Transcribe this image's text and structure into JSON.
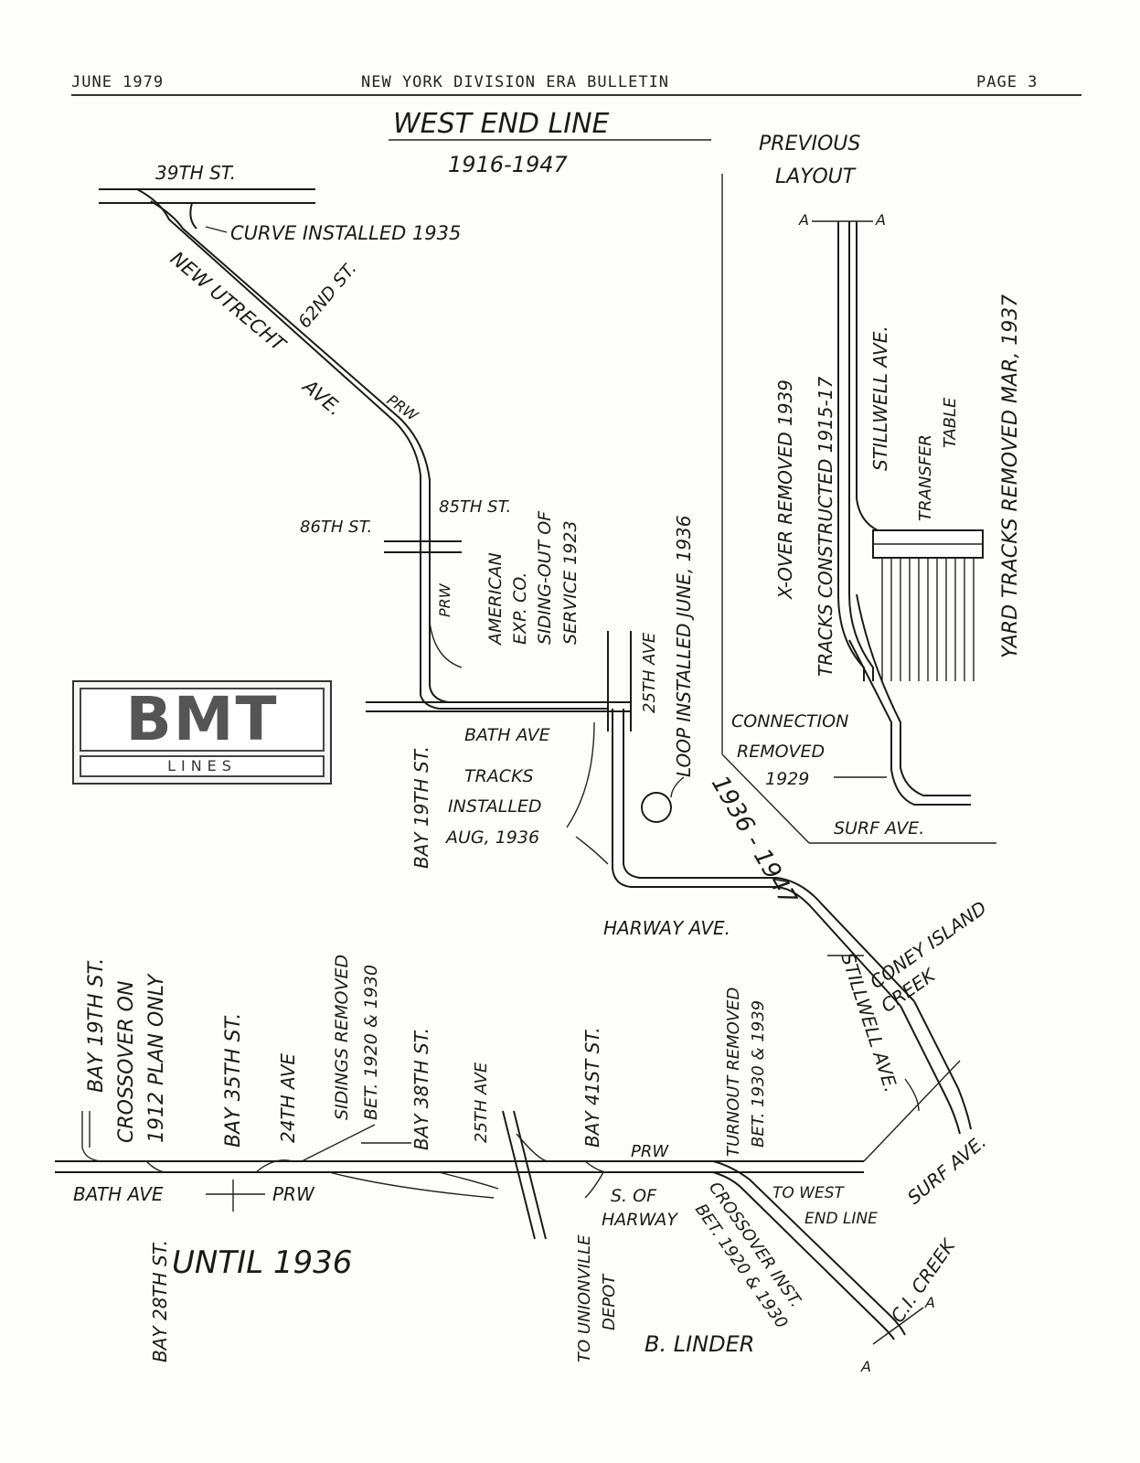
{
  "header": {
    "date": "JUNE 1979",
    "publication": "NEW YORK DIVISION ERA BULLETIN",
    "page": "PAGE 3"
  },
  "title": {
    "line1": "WEST END LINE",
    "line2": "1916-1947"
  },
  "previous_layout": {
    "heading1": "PREVIOUS",
    "heading2": "LAYOUT",
    "marker_a": "A",
    "marker_a2": "A",
    "xover": "X-OVER REMOVED 1939",
    "tracks_constructed": "TRACKS CONSTRUCTED 1915-17",
    "stillwell": "STILLWELL AVE.",
    "transfer": "TRANSFER",
    "table": "TABLE",
    "yard": "YARD TRACKS REMOVED MAR, 1937",
    "connection1": "CONNECTION",
    "connection2": "REMOVED",
    "connection3": "1929",
    "surf": "SURF AVE."
  },
  "main_map": {
    "st39": "39TH ST.",
    "curve": "CURVE INSTALLED 1935",
    "new_utrecht": "NEW UTRECHT",
    "ave": "AVE.",
    "st62": "62ND ST.",
    "prw1": "PRW",
    "st86": "86TH ST.",
    "st85": "85TH ST.",
    "prw2": "PRW",
    "amex1": "AMERICAN",
    "amex2": "EXP. CO.",
    "amex3": "SIDING-OUT OF",
    "amex4": "SERVICE 1923",
    "loop": "LOOP INSTALLED JUNE, 1936",
    "ave25": "25TH AVE",
    "bay19": "BAY 19TH ST.",
    "bath": "BATH AVE",
    "tracks1": "TRACKS",
    "tracks2": "INSTALLED",
    "tracks3": "AUG, 1936",
    "years": "1936 - 1947",
    "harway": "HARWAY AVE.",
    "coney1": "CONEY ISLAND",
    "coney2": "CREEK",
    "stillwell2": "STILLWELL AVE."
  },
  "bottom_map": {
    "bay19": "BAY 19TH ST.",
    "crossover1": "CROSSOVER ON",
    "crossover2": "1912 PLAN ONLY",
    "bay35": "BAY 35TH ST.",
    "ave24": "24TH AVE",
    "sidings1": "SIDINGS REMOVED",
    "sidings2": "BET. 1920 & 1930",
    "bay38": "BAY 38TH ST.",
    "ave25": "25TH AVE",
    "bay41": "BAY 41ST ST.",
    "prw": "PRW",
    "turnout1": "TURNOUT REMOVED",
    "turnout2": "BET. 1930 & 1939",
    "bath": "BATH AVE",
    "prw2": "PRW",
    "bay28": "BAY 28TH ST.",
    "until": "UNTIL 1936",
    "unionville1": "TO UNIONVILLE",
    "unionville2": "DEPOT",
    "sof1": "S. OF",
    "sof2": "HARWAY",
    "crossover_inst1": "CROSSOVER INST.",
    "crossover_inst2": "BET. 1920 & 1930",
    "west1": "TO WEST",
    "west2": "END LINE",
    "surf": "SURF AVE.",
    "ci_creek": "C.I. CREEK",
    "marker_a": "A",
    "marker_a2": "A",
    "author": "B. LINDER"
  },
  "logo": {
    "main": "BMT",
    "sub": "LINES"
  }
}
